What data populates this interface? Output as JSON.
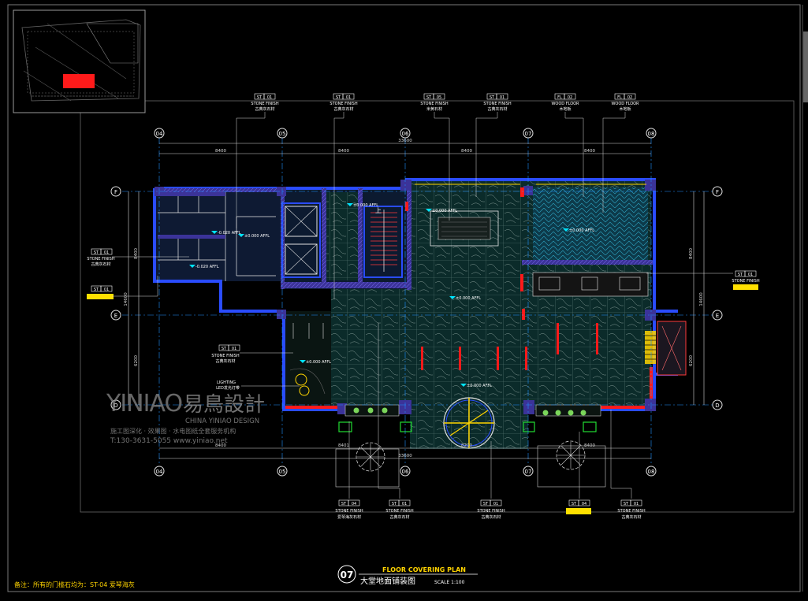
{
  "colors": {
    "frame": "#7a7a7a",
    "wall": "#2a4cff",
    "wall_fill": "#4b3fb8",
    "floor": "#1f8a7a",
    "tile_line": "#c8c8c8",
    "dim": "#d8d8d8",
    "text": "#ffffff",
    "yellow": "#ffe000",
    "red": "#ff1a1a",
    "green": "#22dd33",
    "cyan": "#00e5ff",
    "title_yellow": "#ffd400",
    "watermark": "#8a8a8a"
  },
  "title": {
    "number": "07",
    "en": "FLOOR COVERING PLAN",
    "cn": "大堂地面铺装图",
    "scale": "SCALE 1:100"
  },
  "note": "备注：所有的门槛石均为：ST-04 爱琴海灰",
  "watermark": {
    "logo": "YINIAO",
    "cn": "易鳥設計",
    "en": "CHINA YINIAO DESIGN",
    "services": "施工图深化 · 效果图 · 水电图纸全套服务机构",
    "contact": "T:130-3631-5055  www.yiniao.net"
  },
  "grid": {
    "columns": [
      "04",
      "05",
      "06",
      "07",
      "08"
    ],
    "rows": [
      "F",
      "E",
      "D"
    ]
  },
  "dimensions": {
    "top_overall": "33600",
    "top_spans": [
      "8400",
      "8400",
      "8400",
      "8400"
    ],
    "bottom_overall": "33600",
    "bottom_spans": [
      "8400",
      "8401",
      "8200",
      "8400"
    ],
    "left_overall": "14600",
    "left_spans": [
      "8400",
      "6200"
    ],
    "right_overall": "14600",
    "right_spans": [
      "8400",
      "6200"
    ]
  },
  "top_tags": [
    {
      "code": "ST",
      "num": "01",
      "name": "STONE FINISH",
      "cn": "古典灰石材"
    },
    {
      "code": "ST",
      "num": "01",
      "name": "STONE FINISH",
      "cn": "古典灰石材"
    },
    {
      "code": "ST",
      "num": "05",
      "name": "STONE FINISH",
      "cn": "米黄石材"
    },
    {
      "code": "ST",
      "num": "01",
      "name": "STONE FINISH",
      "cn": "古典灰石材"
    },
    {
      "code": "FL",
      "num": "02",
      "name": "WOOD FLOOR",
      "cn": "木地板"
    },
    {
      "code": "FL",
      "num": "02",
      "name": "WOOD FLOOR",
      "cn": "木地板"
    }
  ],
  "bottom_tags": [
    {
      "code": "ST",
      "num": "04",
      "name": "STONE FINISH",
      "cn": "爱琴海灰石材"
    },
    {
      "code": "ST",
      "num": "01",
      "name": "STONE FINISH",
      "cn": "古典灰石材"
    },
    {
      "code": "ST",
      "num": "01",
      "name": "STONE FINISH",
      "cn": "古典灰石材"
    },
    {
      "code": "ST",
      "num": "04",
      "name": "",
      "cn": ""
    },
    {
      "code": "ST",
      "num": "01",
      "name": "STONE FINISH",
      "cn": "古典灰石材"
    }
  ],
  "side_tags": {
    "left_stone": {
      "code": "ST",
      "num": "01",
      "name": "STONE FINISH",
      "cn": "古典灰石材"
    },
    "left_st01": {
      "code": "ST",
      "num": "01"
    },
    "mid_stone": {
      "code": "ST",
      "num": "01",
      "name": "STONE FINISH",
      "cn": "古典灰石材"
    },
    "light_name": "LIGHTING",
    "light_cn": "LED发光灯带",
    "right_stone": {
      "code": "ST",
      "num": "01",
      "name": "STONE FINISH"
    }
  },
  "levels": {
    "l1": "±0.000 AFFL",
    "l2": "-0.020 AFFL",
    "l3": "±0.000 AFFL",
    "l4": "±0.000 AFFL",
    "l5": "±0.000 AFFL",
    "l6": "±0.000 AFFL",
    "l7": "±0.000 AFFL",
    "l8": "±0.000 AFFL",
    "l9": "-0.020 AFFL"
  },
  "stair_label": "上"
}
